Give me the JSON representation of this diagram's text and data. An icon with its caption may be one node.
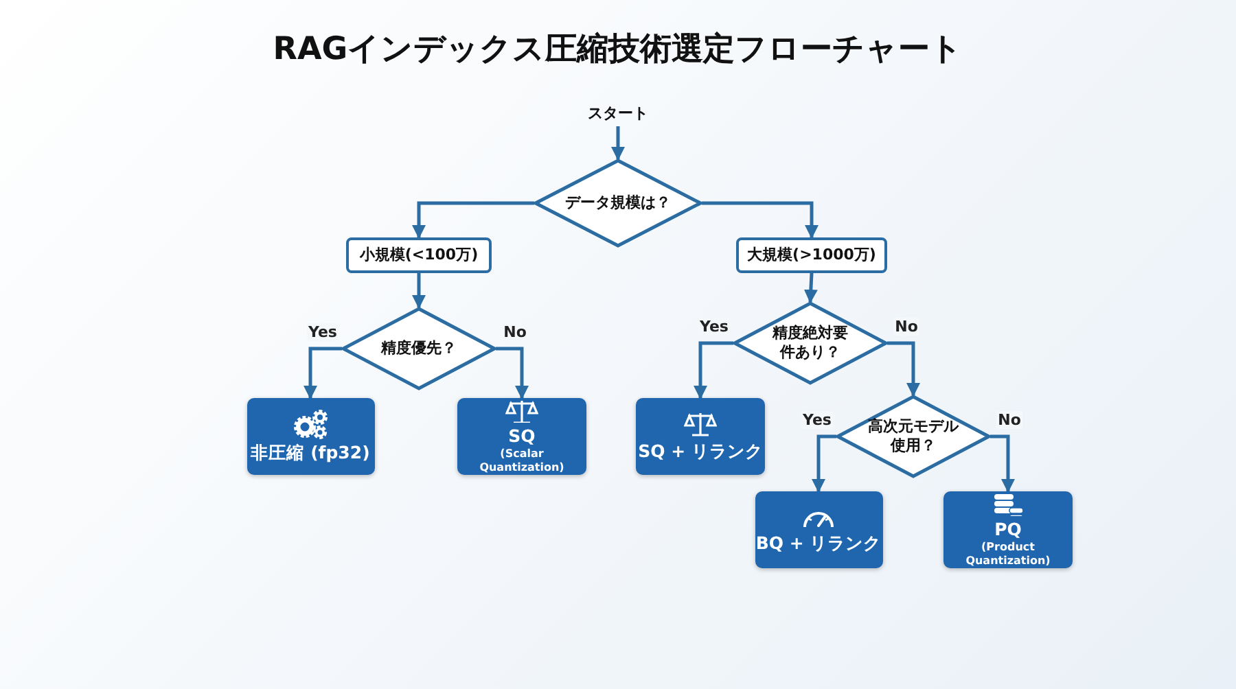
{
  "diagram": {
    "title": "RAGインデックス圧縮技術選定フローチャート",
    "nodes": [
      {
        "text": [
          "スタート"
        ]
      },
      {
        "text": [
          "データ規模は？"
        ]
      },
      {
        "text": [
          "小規模(<100万)"
        ]
      },
      {
        "text": [
          "大規模(>1000万)"
        ]
      },
      {
        "text": [
          "精度優先？"
        ]
      },
      {
        "text": [
          "非圧縮 (fp32)"
        ]
      },
      {
        "text": [
          "SQ",
          "(Scalar Quantization)"
        ]
      },
      {
        "text": [
          "精度絶対要件あり？"
        ]
      },
      {
        "text": [
          "SQ + リランク"
        ]
      },
      {
        "text": [
          "高次元モデル使用？"
        ]
      },
      {
        "text": [
          "BQ + リランク"
        ]
      },
      {
        "text": [
          "PQ",
          "(Product Quantization)"
        ]
      }
    ],
    "edges": [
      {
        "from": 0,
        "to": 1,
        "arrow": "to"
      },
      {
        "from": 1,
        "to": 2,
        "arrow": "to"
      },
      {
        "from": 1,
        "to": 3,
        "arrow": "to"
      },
      {
        "from": 2,
        "to": 4,
        "arrow": "to"
      },
      {
        "from": 4,
        "to": 5,
        "arrow": "to",
        "label": "Yes"
      },
      {
        "from": 4,
        "to": 6,
        "arrow": "to",
        "label": "No"
      },
      {
        "from": 3,
        "to": 7,
        "arrow": "to"
      },
      {
        "from": 7,
        "to": 8,
        "arrow": "to",
        "label": "Yes"
      },
      {
        "from": 7,
        "to": 9,
        "arrow": "to",
        "label": "No"
      },
      {
        "from": 9,
        "to": 10,
        "arrow": "to",
        "label": "Yes"
      },
      {
        "from": 9,
        "to": 11,
        "arrow": "to",
        "label": "No"
      }
    ]
  }
}
